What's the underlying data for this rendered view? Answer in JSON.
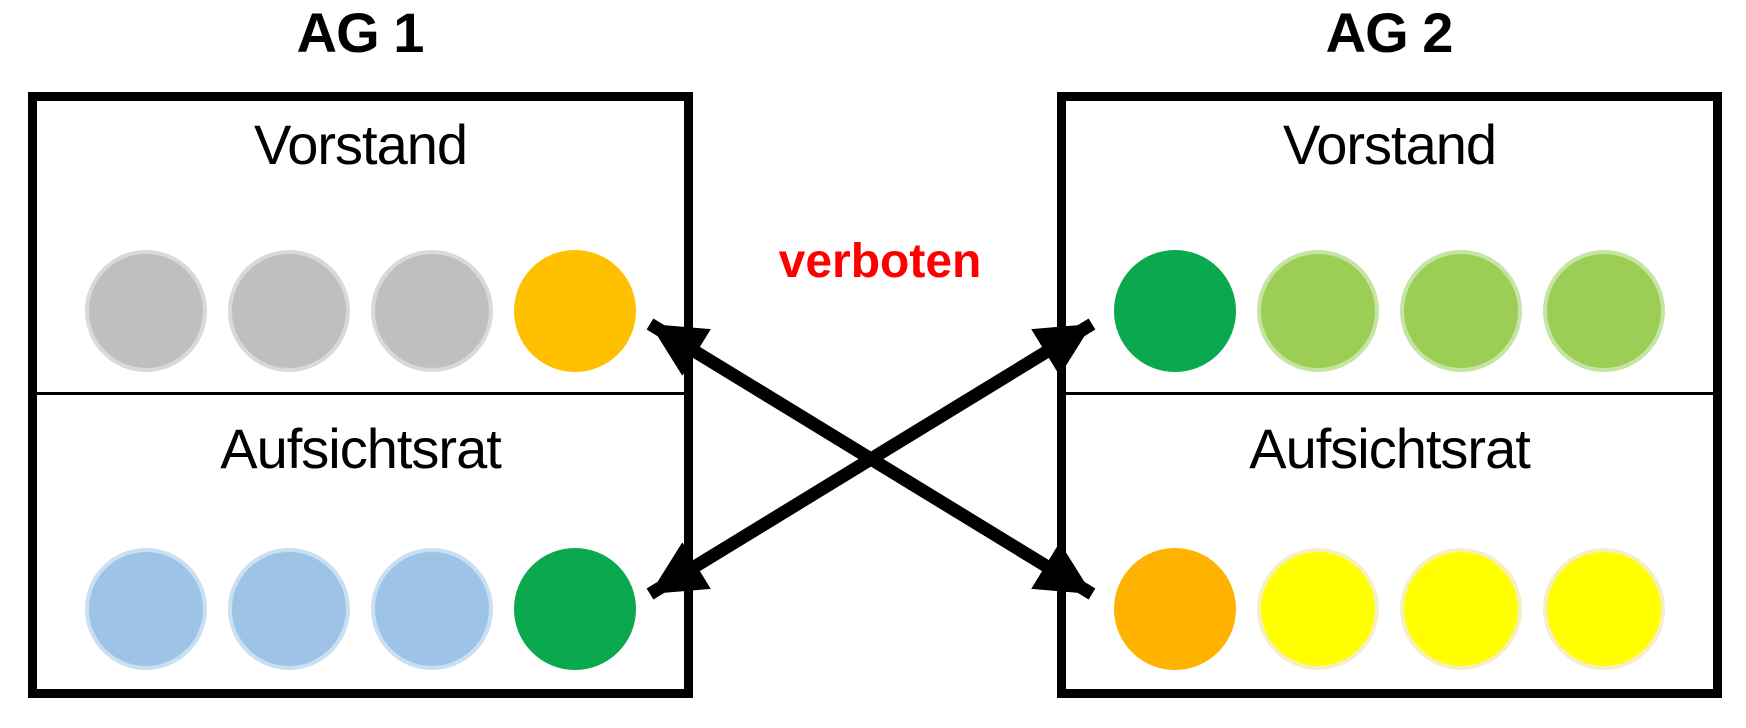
{
  "diagram": {
    "forbidden_label": "verboten",
    "companies": [
      {
        "title": "AG 1",
        "sections": [
          {
            "label": "Vorstand",
            "members": [
              "gray",
              "gray",
              "gray",
              "gold"
            ]
          },
          {
            "label": "Aufsichtsrat",
            "members": [
              "blue",
              "blue",
              "blue",
              "green"
            ]
          }
        ]
      },
      {
        "title": "AG 2",
        "sections": [
          {
            "label": "Vorstand",
            "members": [
              "green",
              "lightgreen",
              "lightgreen",
              "lightgreen"
            ]
          },
          {
            "label": "Aufsichtsrat",
            "members": [
              "orange",
              "yellow",
              "yellow",
              "yellow"
            ]
          }
        ]
      }
    ],
    "colors": {
      "gray": "#BFBFBF",
      "gray_border": "#D9D9D9",
      "blue": "#9DC3E6",
      "blue_border": "#C9DFF2",
      "gold": "#FFC000",
      "gold_border": "#FFC000",
      "green": "#0BA94F",
      "green_border": "#0BA94F",
      "lightgreen": "#9CCE56",
      "lightgreen_border": "#C6E5A4",
      "orange": "#FFB300",
      "orange_border": "#FFB300",
      "yellow": "#FFFF00",
      "yellow_border": "#F7EFC4",
      "forbidden_text": "#FF0000",
      "arrow": "#000000"
    }
  }
}
